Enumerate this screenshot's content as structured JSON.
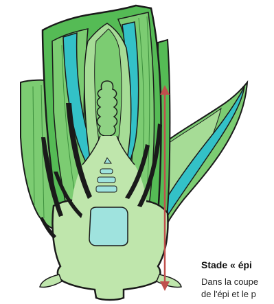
{
  "colors": {
    "outline": "#1a1a1a",
    "leaf_dark": "#55bb55",
    "leaf_mid": "#7ccc72",
    "leaf_light": "#a6dc96",
    "base": "#bfe6ac",
    "ear": "#8fd284",
    "cyan": "#33c1c7",
    "cyan_pale": "#9fe3de",
    "arrow": "#c0504d"
  },
  "caption": {
    "title": "Stade « épi",
    "line1": "Dans la coupe",
    "line2": "de l'épi et le p"
  }
}
